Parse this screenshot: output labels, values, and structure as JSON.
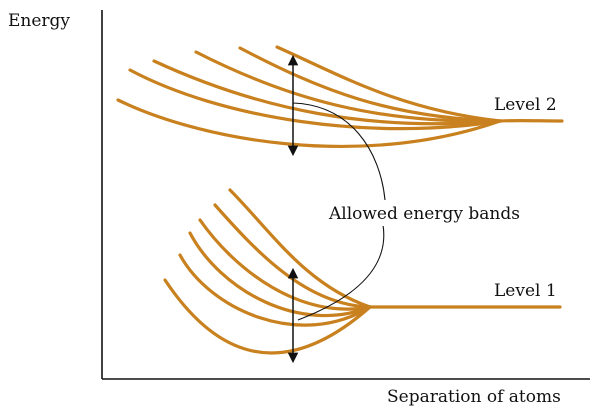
{
  "diagram": {
    "y_axis_label": "Energy",
    "x_axis_label": "Separation of atoms",
    "level_2_label": "Level 2",
    "level_1_label": "Level 1",
    "bands_label": "Allowed energy bands",
    "curve_color": "#c8811e",
    "line_color": "#111111"
  }
}
